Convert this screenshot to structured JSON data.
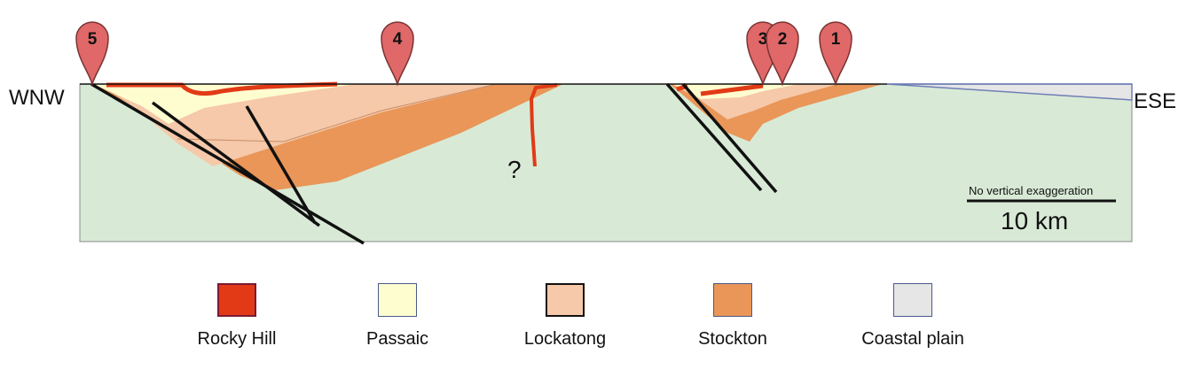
{
  "section": {
    "left_label": "WNW",
    "right_label": "ESE",
    "unknown_mark": "?",
    "scale_note": "No vertical exaggeration",
    "scale_label": "10 km"
  },
  "markers": [
    {
      "number": "5"
    },
    {
      "number": "4"
    },
    {
      "number": "3"
    },
    {
      "number": "2"
    },
    {
      "number": "1"
    }
  ],
  "legend": [
    {
      "label": "Rocky Hill",
      "color": "#e23a16",
      "border": "#7a1a33"
    },
    {
      "label": "Passaic",
      "color": "#fefdd0",
      "border": "#4a5a8a"
    },
    {
      "label": "Lockatong",
      "color": "#f5c9aa",
      "border": "#111111"
    },
    {
      "label": "Stockton",
      "color": "#e99658",
      "border": "#4a5a8a"
    },
    {
      "label": "Coastal plain",
      "color": "#e6e6e6",
      "border": "#4a5a8a"
    }
  ],
  "colors": {
    "basement": "#d8ead6",
    "marker_fill": "#e06868",
    "fault": "#111111"
  }
}
